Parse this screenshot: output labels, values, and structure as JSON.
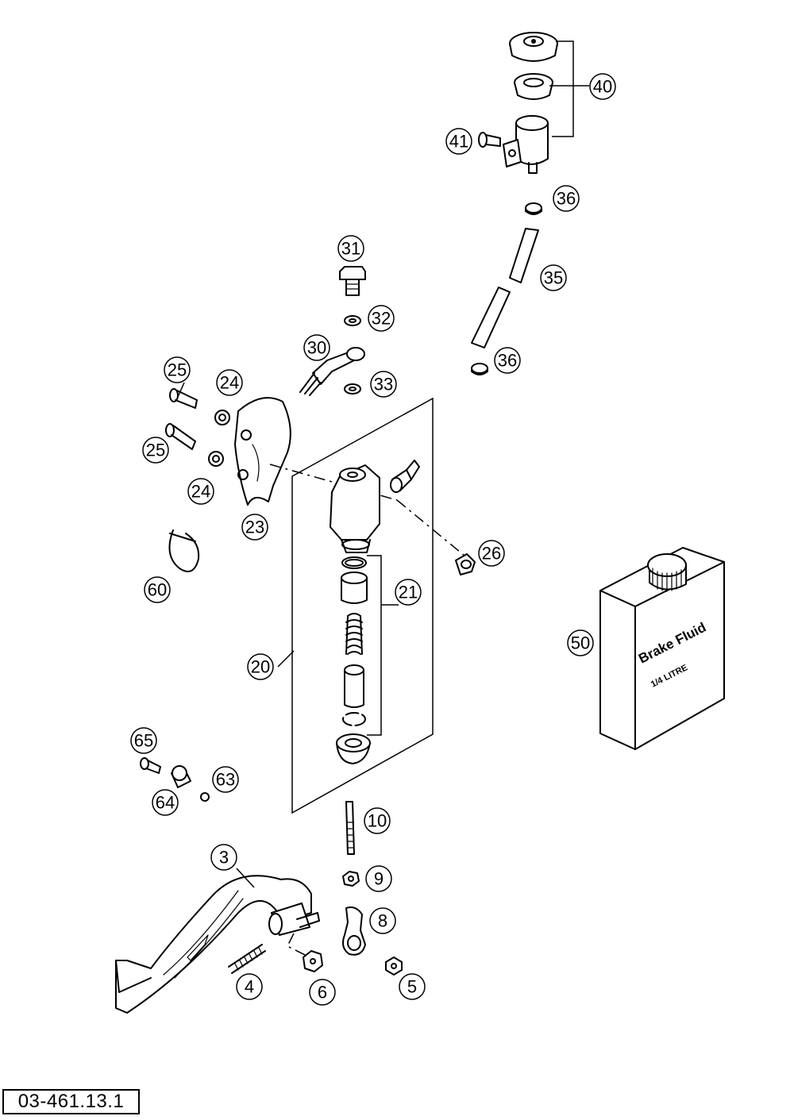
{
  "document_number": "03-461.13.1",
  "container": {
    "label": "Brake Fluid",
    "volume": "1/4 LITRE"
  },
  "callouts": {
    "c3": "3",
    "c4": "4",
    "c5": "5",
    "c6": "6",
    "c8": "8",
    "c9": "9",
    "c10": "10",
    "c20": "20",
    "c21": "21",
    "c23": "23",
    "c24a": "24",
    "c24b": "24",
    "c25a": "25",
    "c25b": "25",
    "c26": "26",
    "c30": "30",
    "c31": "31",
    "c32": "32",
    "c33": "33",
    "c35": "35",
    "c36a": "36",
    "c36b": "36",
    "c40": "40",
    "c41": "41",
    "c50": "50",
    "c60": "60",
    "c63": "63",
    "c64": "64",
    "c65": "65"
  }
}
